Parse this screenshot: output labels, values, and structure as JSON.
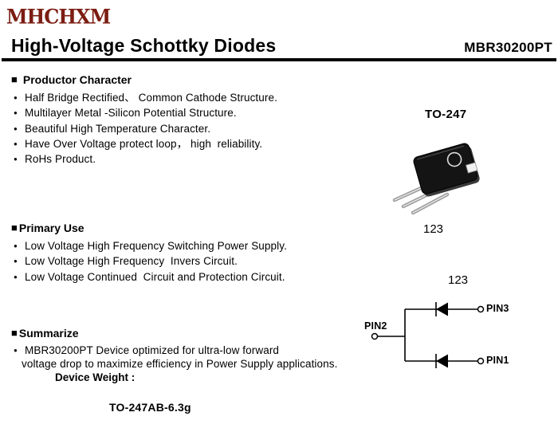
{
  "header": {
    "logo": "MHCHXM",
    "brand_color": "#7b1d12",
    "title": "High-Voltage Schottky Diodes",
    "part_number": "MBR30200PT"
  },
  "sections": {
    "productor": {
      "heading": "Productor Character",
      "items": [
        "Half Bridge Rectified、 Common Cathode Structure.",
        "Multilayer Metal -Silicon Potential Structure.",
        "Beautiful High Temperature Character.",
        "Have Over Voltage protect loop， high  reliability.",
        "RoHs Product."
      ]
    },
    "primary": {
      "heading": "Primary Use",
      "items": [
        "Low Voltage High Frequency Switching Power Supply.",
        "Low Voltage High Frequency  Invers Circuit.",
        "Low Voltage Continued  Circuit and Protection Circuit."
      ]
    },
    "summarize": {
      "heading": "Summarize",
      "items": [
        "MBR30200PT Device optimized for ultra-low forward",
        "voltage drop to maximize efficiency in Power Supply applications."
      ],
      "device_weight_label": "Device Weight :",
      "device_weight_value": "TO-247AB-6.3g"
    }
  },
  "package": {
    "name": "TO-247",
    "pins_label": "123"
  },
  "circuit": {
    "label": "123",
    "pin1": "PIN1",
    "pin2": "PIN2",
    "pin3": "PIN3"
  }
}
